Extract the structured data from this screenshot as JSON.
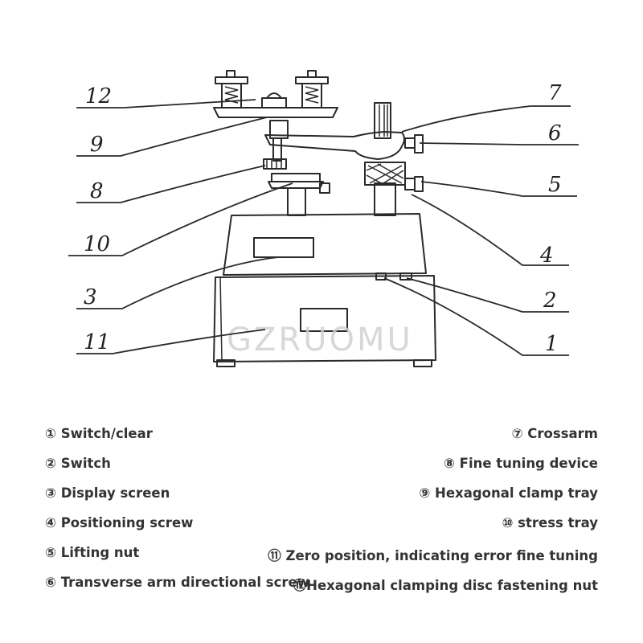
{
  "diagram": {
    "watermark": "GZRUOMU",
    "callouts": [
      "12",
      "9",
      "8",
      "10",
      "3",
      "11",
      "7",
      "6",
      "5",
      "4",
      "2",
      "1"
    ]
  },
  "legend": {
    "left": [
      "① Switch/clear",
      "② Switch",
      "③ Display screen",
      "④ Positioning screw",
      "⑤ Lifting nut",
      "⑥ Transverse arm directional screw"
    ],
    "right": [
      "⑦ Crossarm",
      "⑧ Fine tuning device",
      "⑨ Hexagonal clamp tray",
      "⑩ stress tray",
      "⑪ Zero position, indicating error fine tuning",
      "⑫Hexagonal clamping disc fastening nut"
    ]
  }
}
